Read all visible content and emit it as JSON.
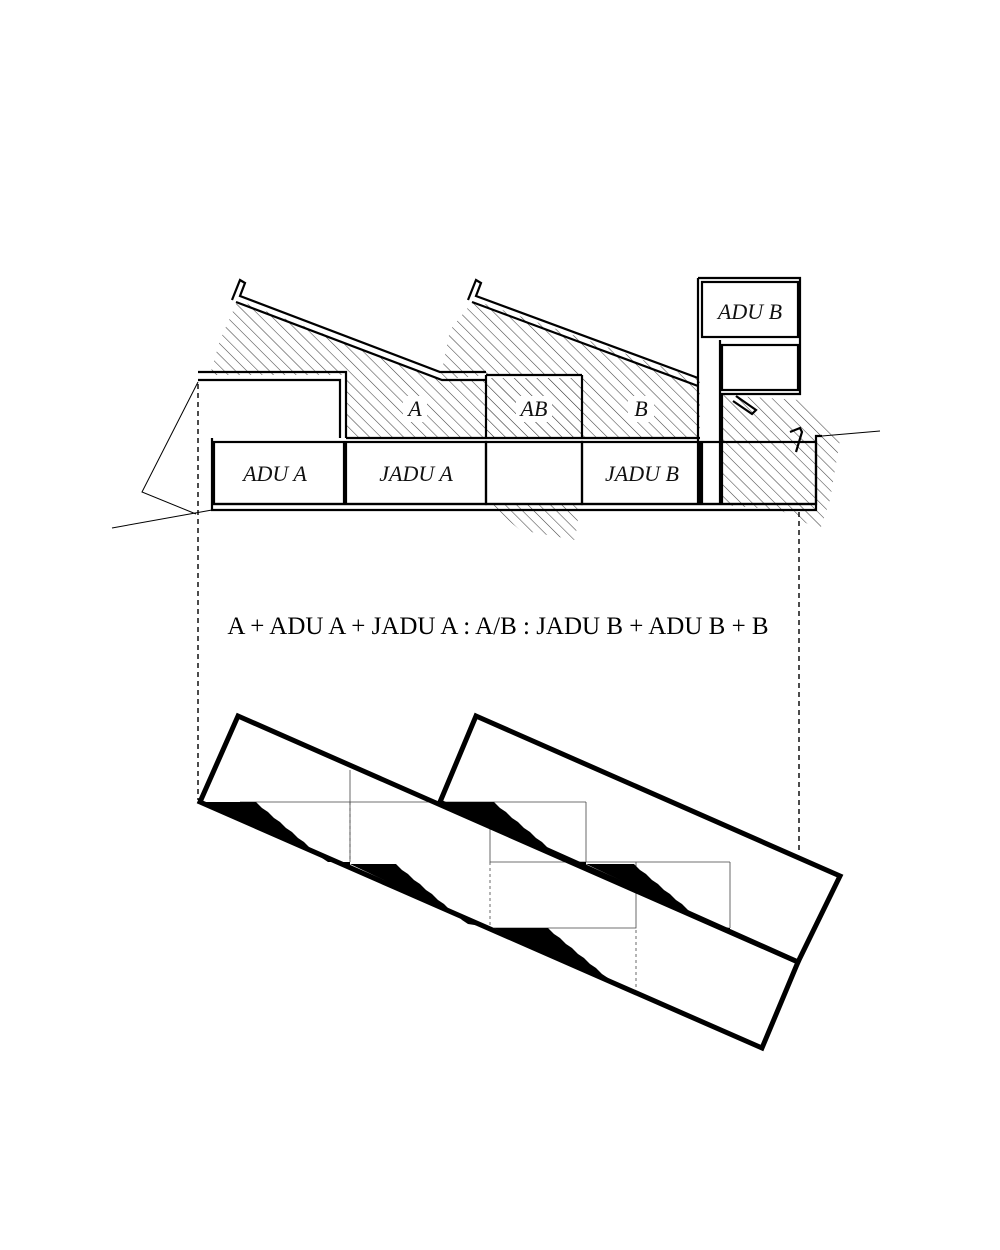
{
  "rooms": {
    "adu_b": "ADU B",
    "a": "A",
    "ab": "AB",
    "b": "B",
    "adu_a": "ADU A",
    "jadu_a": "JADU A",
    "jadu_b": "JADU B"
  },
  "equation": "A + ADU A + JADU A : A/B : JADU B + ADU B + B",
  "colors": {
    "ink": "#000000",
    "paper": "#ffffff",
    "hatch": "#333333"
  }
}
